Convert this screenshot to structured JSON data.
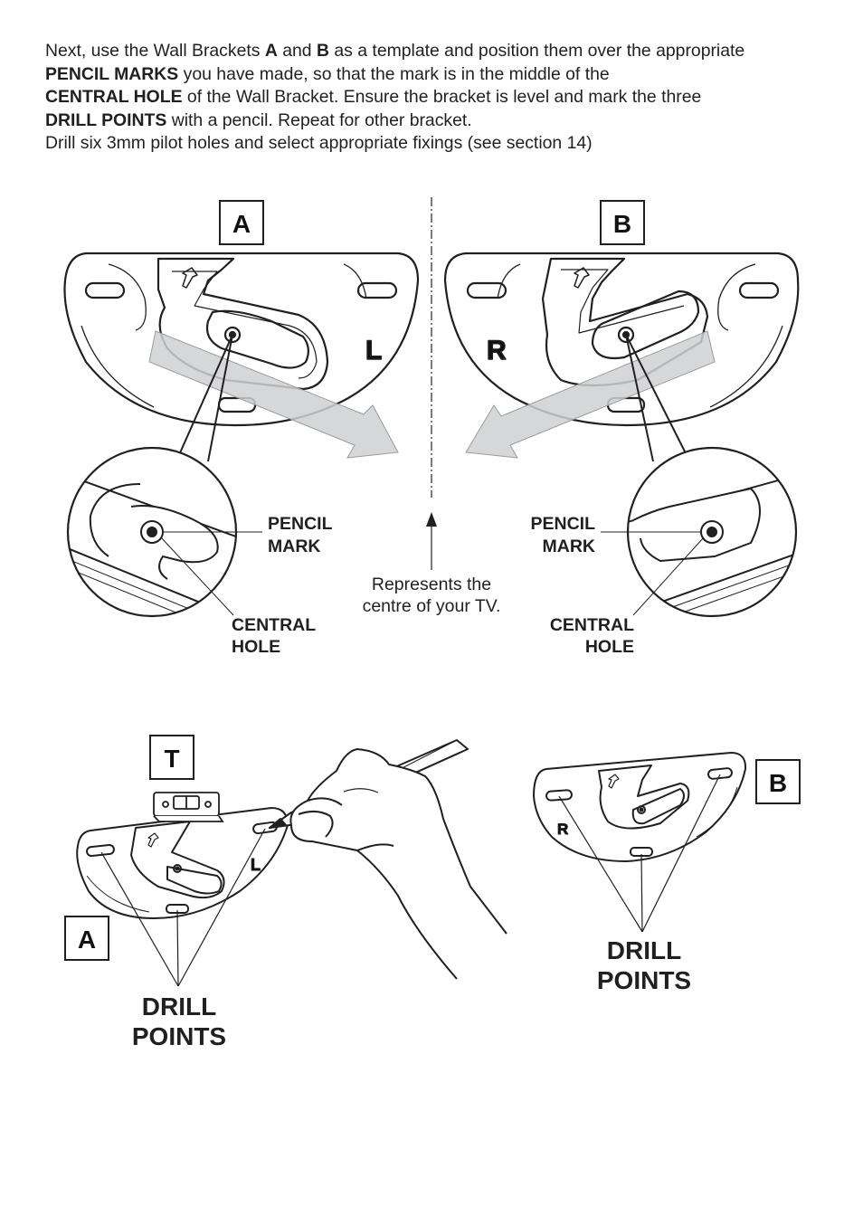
{
  "instructions": {
    "l1_a": "Next, use the Wall Brackets ",
    "l1_b": "A",
    "l1_c": " and ",
    "l1_d": "B",
    "l1_e": " as a template and position them over the appropriate",
    "l2_a": "PENCIL MARKS",
    "l2_b": " you have made, so that the mark is in the middle of the",
    "l3_a": "CENTRAL HOLE",
    "l3_b": " of the Wall Bracket. Ensure the bracket is level and mark the three",
    "l4_a": "DRILL POINTS",
    "l4_b": " with a pencil. Repeat for other bracket.",
    "l5": "Drill six 3mm pilot holes and select appropriate fixings (see section 14)"
  },
  "top_diagram": {
    "box_a": "A",
    "box_b": "B",
    "side_left": "L",
    "side_right": "R",
    "left_pencil_1": "PENCIL",
    "left_pencil_2": "MARK",
    "left_central_1": "CENTRAL",
    "left_central_2": "HOLE",
    "right_pencil_1": "PENCIL",
    "right_pencil_2": "MARK",
    "right_central_1": "CENTRAL",
    "right_central_2": "HOLE",
    "centre_1": "Represents the",
    "centre_2": "centre of your TV."
  },
  "bottom_diagram": {
    "box_t": "T",
    "box_a": "A",
    "box_b": "B",
    "side_left": "L",
    "side_right": "R",
    "left_drill_1": "DRILL",
    "left_drill_2": "POINTS",
    "right_drill_1": "DRILL",
    "right_drill_2": "POINTS"
  }
}
